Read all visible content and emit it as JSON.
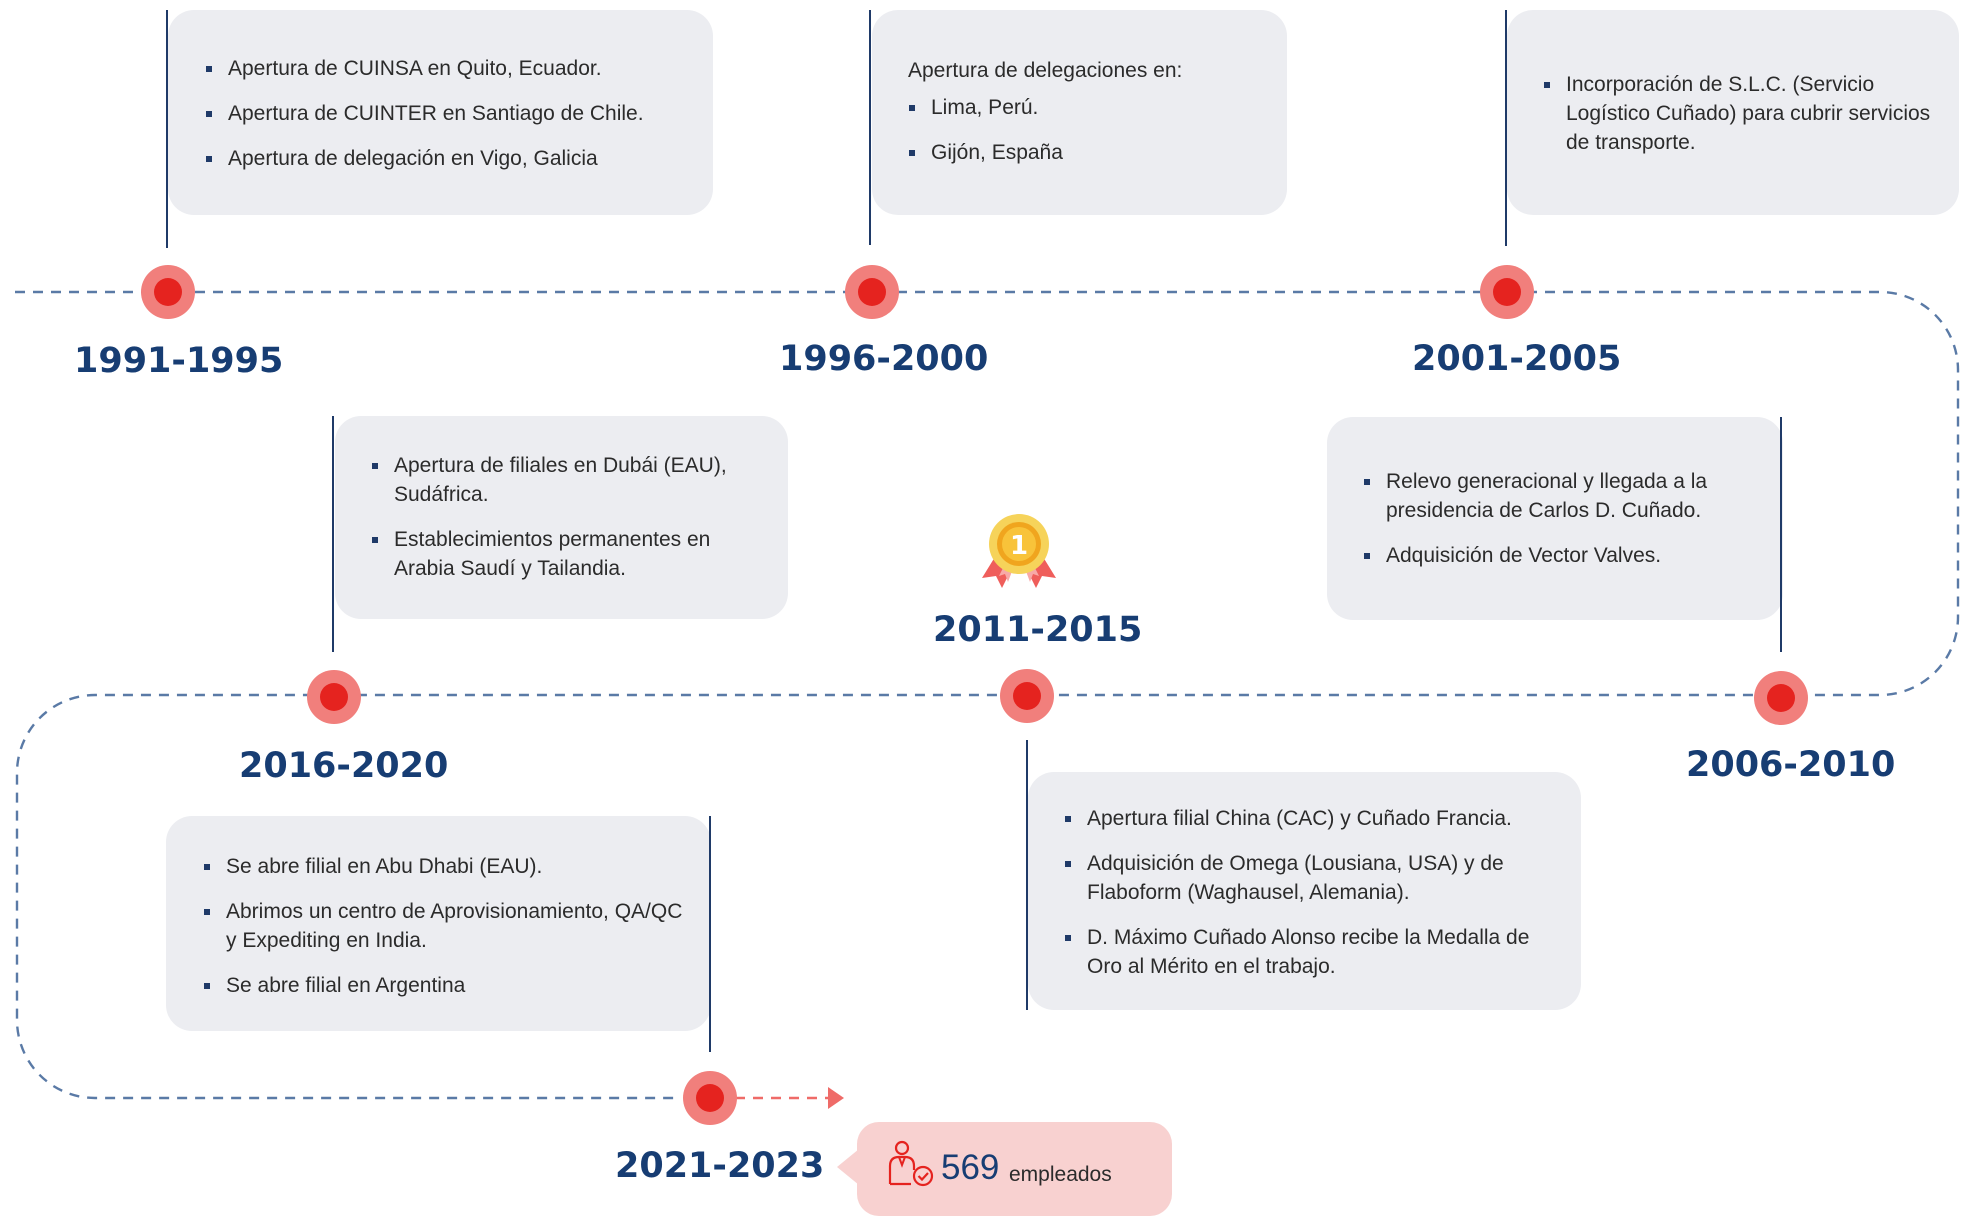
{
  "timeline": [
    {
      "period": "1991-1995",
      "items": [
        "Apertura de CUINSA en Quito, Ecuador.",
        "Apertura de CUINTER en Santiago de Chile.",
        "Apertura de delegación en Vigo, Galicia"
      ]
    },
    {
      "period": "1996-2000",
      "intro": "Apertura de delegaciones en:",
      "items": [
        "Lima, Perú.",
        "Gijón, España"
      ]
    },
    {
      "period": "2001-2005",
      "items": [
        "Incorporación de S.L.C. (Servicio Logístico Cuñado) para cubrir servicios de transporte."
      ]
    },
    {
      "period": "2006-2010",
      "items": [
        "Relevo generacional y llegada a la presidencia de Carlos D. Cuñado.",
        "Adquisición de Vector Valves."
      ]
    },
    {
      "period": "2011-2015",
      "items": [
        "Apertura filial China (CAC) y Cuñado Francia.",
        "Adquisición de Omega (Lousiana, USA) y de Flaboform (Waghausel, Alemania).",
        "D. Máximo Cuñado Alonso recibe la Medalla de Oro al Mérito en el trabajo."
      ]
    },
    {
      "period": "2016-2020",
      "items": [
        "Apertura de filiales en Dubái (EAU), Sudáfrica.",
        "Establecimientos permanentes en Arabia Saudí y Tailandia."
      ]
    },
    {
      "period": "2021-2023",
      "items": [
        "Se abre filial en Abu Dhabi (EAU).",
        "Abrimos un centro de Aprovisionamiento, QA/QC y Expediting en India.",
        "Se abre filial en Argentina"
      ]
    }
  ],
  "employees": {
    "count": "569",
    "label": "empleados",
    "icon": "employee-icon"
  },
  "medal": {
    "number": "1",
    "icon": "gold-medal-icon"
  },
  "colors": {
    "card_bg": "#ecedf1",
    "year_text": "#173d73",
    "path_dashed": "#5a7aa6",
    "stem": "#1f3a68",
    "dot_outer": "#f17f7c",
    "dot_inner": "#e5231f",
    "employees_bg": "#f8d1d0"
  }
}
